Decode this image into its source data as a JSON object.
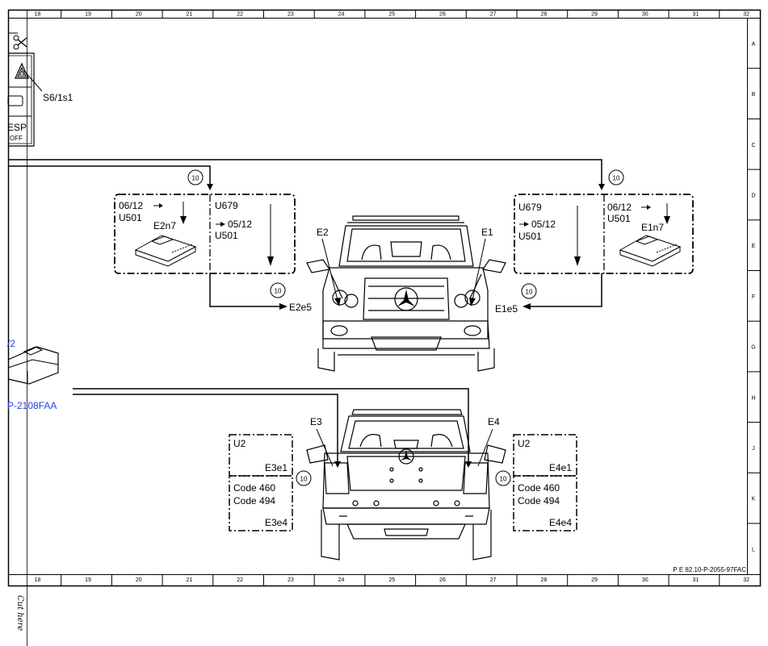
{
  "ruler": {
    "columns": [
      "18",
      "19",
      "20",
      "21",
      "22",
      "23",
      "24",
      "25",
      "26",
      "27",
      "28",
      "29",
      "30",
      "31",
      "32"
    ],
    "rows": [
      "A",
      "B",
      "C",
      "D",
      "E",
      "F",
      "G",
      "H",
      "J",
      "K",
      "L"
    ]
  },
  "switch_panel": {
    "label": "S6/1s1",
    "esp_text": "ESP",
    "off_text": "OFF"
  },
  "left_partial": {
    "ref_fragment": "/2",
    "doc_ref": "P-2108FAA"
  },
  "front_left_module": {
    "left_box": {
      "line1": "06/12",
      "line2": "U501",
      "part": "E2n7"
    },
    "right_box": {
      "line1": "U679",
      "line2": "05/12",
      "line3": "U501"
    },
    "circle": "10",
    "target": "E2e5"
  },
  "front_right_module": {
    "left_box": {
      "line1": "U679",
      "line2": "05/12",
      "line3": "U501"
    },
    "right_box": {
      "line1": "06/12",
      "line2": "U501",
      "part": "E1n7"
    },
    "circle": "10",
    "target": "E1e5"
  },
  "front_labels": {
    "left": "E2",
    "right": "E1"
  },
  "rear_labels": {
    "left": "E3",
    "right": "E4"
  },
  "rear_left_boxes": {
    "top": {
      "title": "U2",
      "part": "E3e1"
    },
    "bottom": {
      "line1": "Code 460",
      "line2": "Code 494",
      "part": "E3e4"
    },
    "circle": "10"
  },
  "rear_right_boxes": {
    "top": {
      "title": "U2",
      "part": "E4e1"
    },
    "bottom": {
      "line1": "Code 460",
      "line2": "Code 494",
      "part": "E4e4"
    },
    "circle": "10"
  },
  "doc_number": "P E 82.10-P-2055-97FAC",
  "cut_text": "Cut here"
}
